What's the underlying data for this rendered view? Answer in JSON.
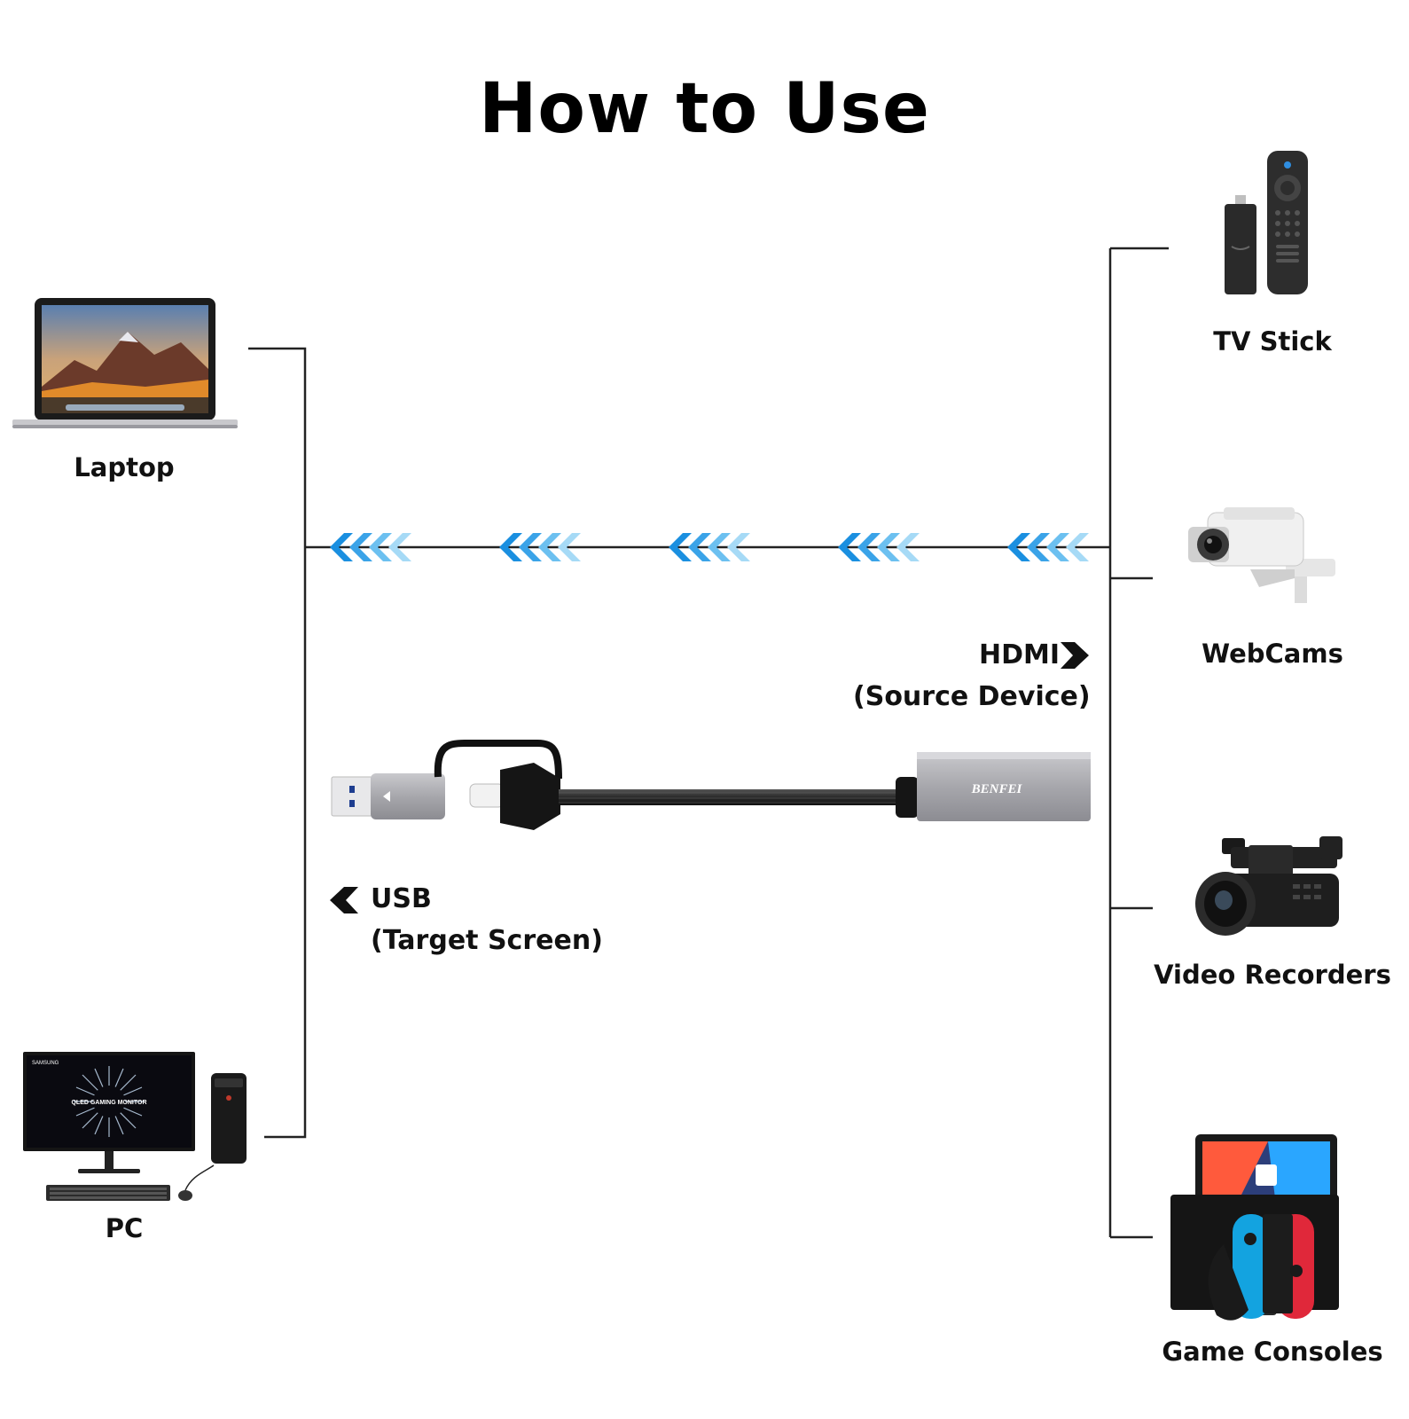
{
  "title": "How to Use",
  "left_devices": {
    "laptop": "Laptop",
    "pc": "PC"
  },
  "right_devices": {
    "tv_stick": "TV Stick",
    "webcams": "WebCams",
    "video_recorders": "Video Recorders",
    "game_consoles": "Game Consoles"
  },
  "hdmi": {
    "label": "HDMI",
    "sublabel": "(Source Device)"
  },
  "usb": {
    "label": "USB",
    "sublabel": "(Target Screen)"
  },
  "product": {
    "brand": "BENFEI"
  },
  "monitor": {
    "brand": "SAMSUNG",
    "screen_text": "QLED GAMING MONITOR"
  },
  "colors": {
    "arrow_dark": "#1a8fe0",
    "arrow_mid": "#4fb3ec",
    "arrow_light": "#9fd6f5",
    "line": "#222222"
  }
}
